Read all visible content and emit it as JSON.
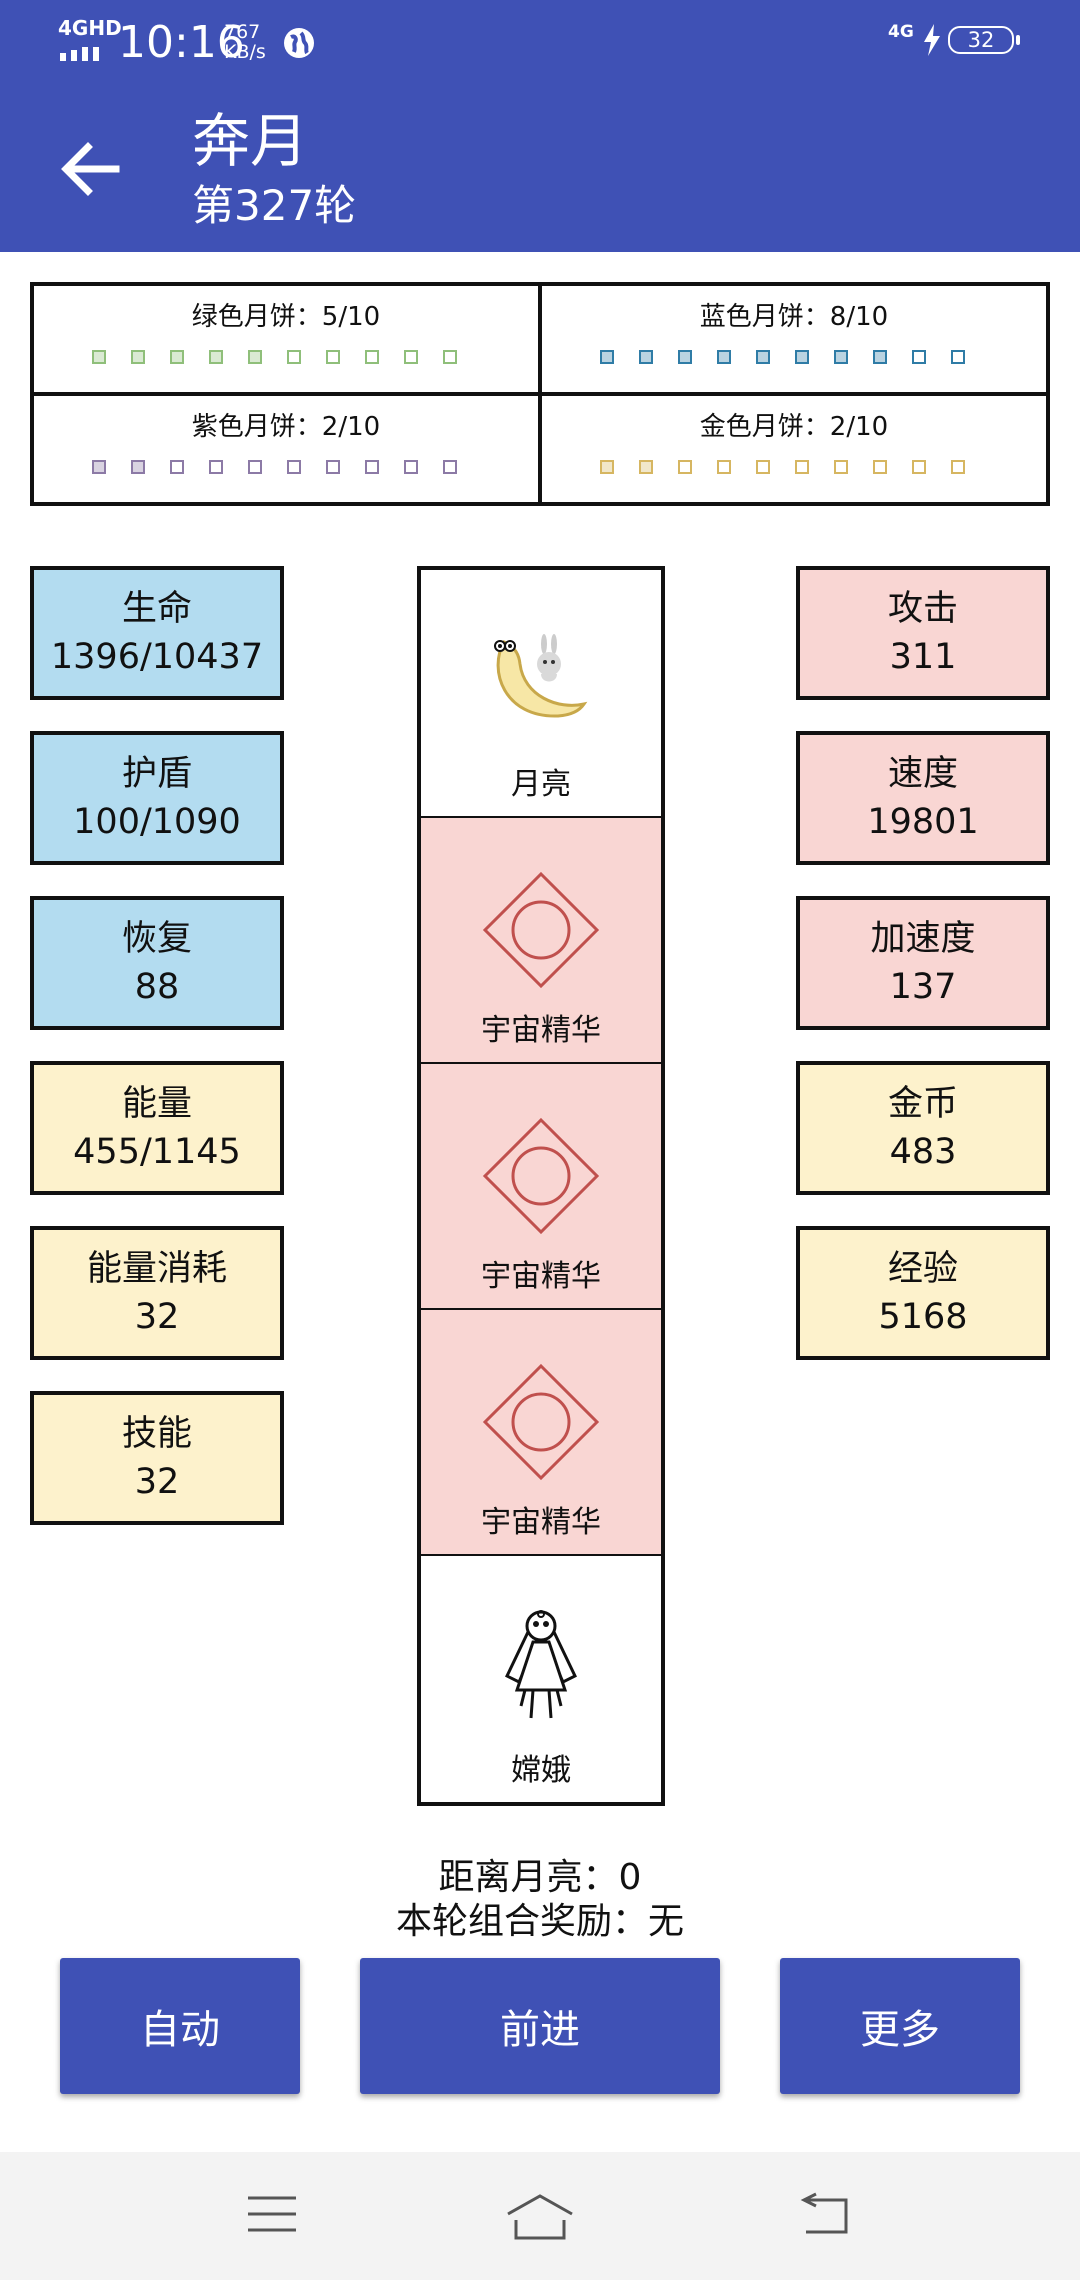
{
  "status_bar": {
    "network": "4GHD",
    "time": "10:16",
    "speed_value": "767",
    "speed_unit": "KB/s",
    "signal_label": "4G",
    "battery": "32"
  },
  "header": {
    "title": "奔月",
    "subtitle": "第327轮"
  },
  "mooncakes": [
    {
      "label": "绿色月饼：5/10",
      "color": "#8fbf7a",
      "filled": 5,
      "total": 10
    },
    {
      "label": "蓝色月饼：8/10",
      "color": "#2f7ca6",
      "filled": 8,
      "total": 10
    },
    {
      "label": "紫色月饼：2/10",
      "color": "#8c7aa6",
      "filled": 2,
      "total": 10
    },
    {
      "label": "金色月饼：2/10",
      "color": "#d6b661",
      "filled": 2,
      "total": 10
    }
  ],
  "stats_left": [
    {
      "name": "生命",
      "value": "1396/10437",
      "theme": "blue"
    },
    {
      "name": "护盾",
      "value": "100/1090",
      "theme": "blue"
    },
    {
      "name": "恢复",
      "value": "88",
      "theme": "blue"
    },
    {
      "name": "能量",
      "value": "455/1145",
      "theme": "yellow"
    },
    {
      "name": "能量消耗",
      "value": "32",
      "theme": "yellow"
    },
    {
      "name": "技能",
      "value": "32",
      "theme": "yellow"
    }
  ],
  "stats_right": [
    {
      "name": "攻击",
      "value": "311",
      "theme": "pink"
    },
    {
      "name": "速度",
      "value": "19801",
      "theme": "pink"
    },
    {
      "name": "加速度",
      "value": "137",
      "theme": "pink"
    },
    {
      "name": "金币",
      "value": "483",
      "theme": "yellow"
    },
    {
      "name": "经验",
      "value": "5168",
      "theme": "yellow"
    }
  ],
  "track": [
    {
      "label": "月亮",
      "kind": "moon",
      "icon": "moon-rabbit-icon"
    },
    {
      "label": "宇宙精华",
      "kind": "essence",
      "icon": "cosmic-essence-icon"
    },
    {
      "label": "宇宙精华",
      "kind": "essence",
      "icon": "cosmic-essence-icon"
    },
    {
      "label": "宇宙精华",
      "kind": "essence",
      "icon": "cosmic-essence-icon"
    },
    {
      "label": "嫦娥",
      "kind": "change",
      "icon": "change-figure-icon"
    }
  ],
  "info": {
    "distance": "距离月亮：0",
    "reward": "本轮组合奖励：无"
  },
  "buttons": {
    "auto": "自动",
    "forward": "前进",
    "more": "更多"
  },
  "colors": {
    "primary": "#3f51b5",
    "stat_blue": "#b3dcf0",
    "stat_yellow": "#fdf2cc",
    "stat_pink": "#f9d6d3",
    "essence_stroke": "#c0504d"
  }
}
